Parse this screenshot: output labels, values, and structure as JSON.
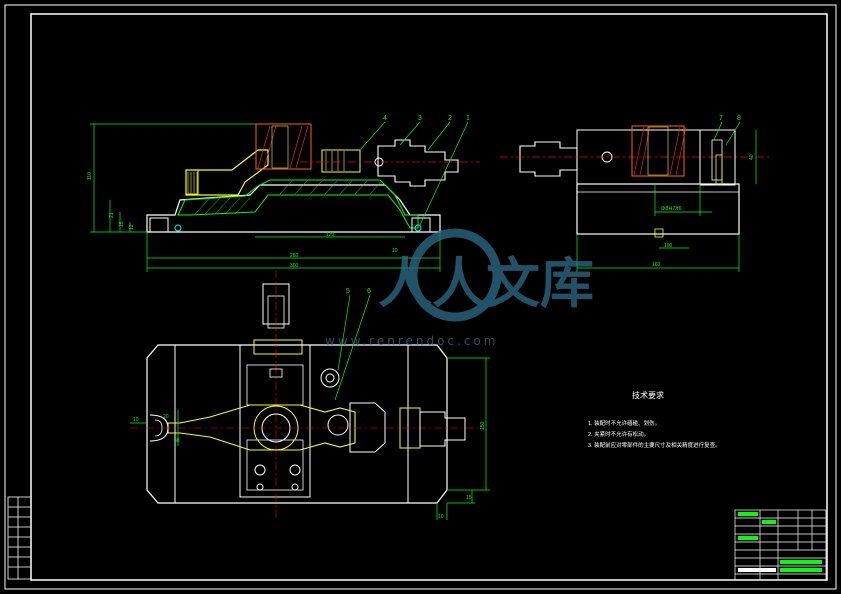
{
  "colors": {
    "background": "#000000",
    "frame": "#ffffff",
    "outline": "#ffffff",
    "dimension": "#00ff00",
    "hatch": "#ff0000",
    "highlight": "#ffff00",
    "center": "#ff0000",
    "cyan": "#00ffff",
    "watermark": "#2b6f8a"
  },
  "watermark": {
    "text": "人人文库",
    "url": "www.renrendoc.com"
  },
  "tech_requirements": {
    "title": "技术要求",
    "items": [
      "1. 装配时不允许磕碰、划伤。",
      "2. 夹紧时不允许有松动。",
      "3. 装配前应对零部件的主要尺寸及相关精度进行复查。"
    ]
  },
  "balloons": {
    "front": [
      "4",
      "3",
      "2",
      "1"
    ],
    "side": [
      "7",
      "8"
    ],
    "top": [
      "5",
      "6"
    ]
  },
  "dimensions": {
    "front_height": "110",
    "front_h2": "21",
    "front_h3": "15",
    "front_h4": "12",
    "front_inner": "120",
    "front_total1": "260",
    "front_total2": "300",
    "front_small": "10",
    "side_fit": "Φ8H7/f6",
    "side_mid": "100",
    "side_width": "160",
    "side_height": "40",
    "top_height": "150",
    "top_small1": "15",
    "top_small2": "10",
    "top_left1": "20",
    "top_left2": "30",
    "top_bottom": "10"
  }
}
